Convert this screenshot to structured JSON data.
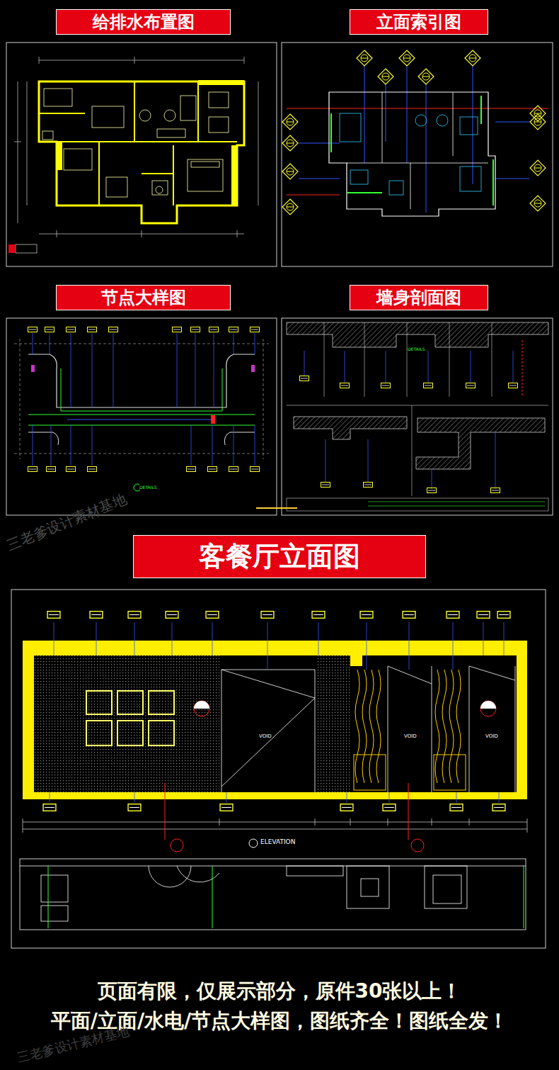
{
  "diagram": {
    "nodes": [
      {
        "text": [
          "给排水布置图"
        ]
      },
      {
        "text": [
          "立面索引图"
        ]
      },
      {
        "text": [
          "节点大样图"
        ]
      },
      {
        "text": [
          "墙身剖面图"
        ]
      },
      {
        "text": [
          "客餐厅立面图"
        ]
      }
    ],
    "labels": [
      "DETAILS",
      "DETAILS",
      "VOID",
      "VOID",
      "VOID",
      "ELEVATION",
      "三老爹设计素材基地",
      "页面有限，仅展示部分，原件30张以上！",
      "平面/立面/水电/节点大样图，图纸齐全！图纸全发！",
      "三老爹设计素材基地"
    ]
  }
}
